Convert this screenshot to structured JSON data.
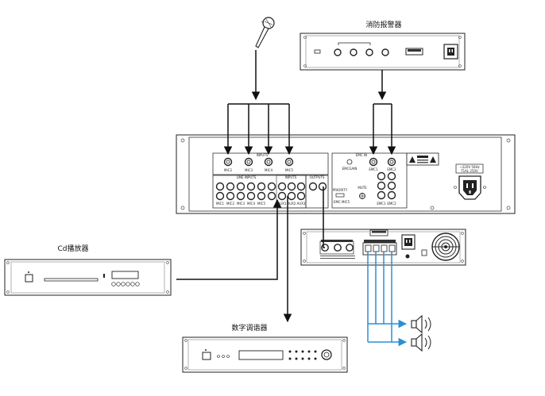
{
  "labels": {
    "fire_alarm": "消防报警器",
    "cd_player": "Cd播放器",
    "digital_tuner": "数字调谐器"
  },
  "panel_text": {
    "inputs_top": "INPUTS",
    "line_inputs": "LINE INPUTS",
    "inputs2": "INPUTS",
    "outputs": "OUTPUTS",
    "emc_in": "EMC IN",
    "mic_top": [
      "MIC2",
      "MIC3",
      "MIC4",
      "MIC5"
    ],
    "line_bottom": [
      "MIC1",
      "MIC2",
      "MIC3",
      "MIC4",
      "MIC5"
    ],
    "aux_bottom": [
      "AUX1",
      "AUX2",
      "AUX3"
    ],
    "emc_labels": [
      "EMC1",
      "EMC2"
    ],
    "emc_bottom": [
      "EMC1",
      "EMC2"
    ],
    "priority": "PRIORITY",
    "priority_sub": "EMC  MIC5",
    "mute": "MUTE",
    "emc_gain": "EMCGAIN",
    "power_rating": "~220V 50Hz",
    "power_fuse": "T1AL 250V"
  },
  "colors": {
    "wire": "#111111",
    "speaker_wire": "#2a8fd6"
  },
  "icons": [
    "microphone-icon",
    "speaker-icon",
    "power-socket-icon",
    "fan-icon"
  ]
}
